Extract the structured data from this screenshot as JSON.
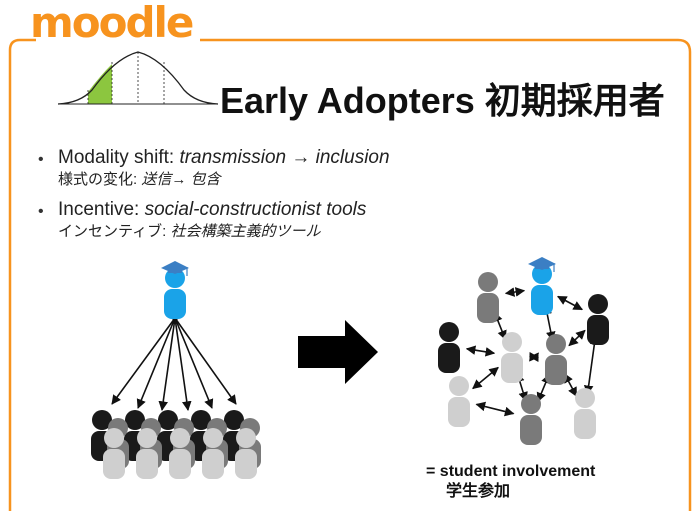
{
  "logo": {
    "text": "moodle"
  },
  "slide": {
    "title": "Early Adopters 初期採用者"
  },
  "bullets": [
    {
      "en_prefix": "Modality shift: ",
      "en_italic": "transmission → inclusion",
      "ja_prefix": "様式の変化: ",
      "ja_italic": "送信→ 包含"
    },
    {
      "en_prefix": "Incentive: ",
      "en_italic": "social-constructionist tools",
      "ja_prefix": "インセンティブ: ",
      "ja_italic": "社会構築主義的ツール"
    }
  ],
  "caption": {
    "en": "= student involvement",
    "ja": "学生参加"
  },
  "colors": {
    "frame": "#f7931e",
    "teacher": "#1aa3e8",
    "cap": "#3b7fc4",
    "student_dark": "#1a1a1a",
    "student_mid": "#7a7a7a",
    "student_light": "#cfcfcf",
    "curve_highlight": "#8cc63f"
  },
  "icons": {
    "teacher": "graduation-cap-person-icon",
    "student": "person-icon",
    "transition": "right-arrow-icon"
  }
}
